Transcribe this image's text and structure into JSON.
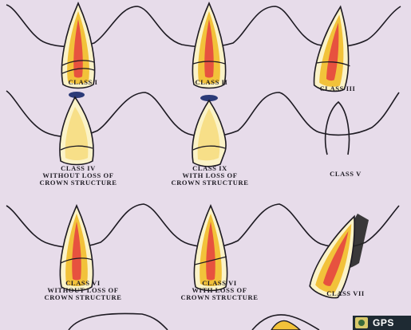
{
  "diagram": {
    "colors": {
      "background": "#e7dcea",
      "enamel": "#fbf3c8",
      "dentin": "#f2c23a",
      "pulp": "#e7523f",
      "outline": "#1d1a22",
      "bone_cap": "#2b3a78",
      "wall": "#262626"
    },
    "panels": [
      {
        "key": "class-1",
        "lines": [
          "CLASS I"
        ]
      },
      {
        "key": "class-2",
        "lines": [
          "CLASS II"
        ]
      },
      {
        "key": "class-3",
        "lines": [
          "CLASS III"
        ]
      },
      {
        "key": "class-4a",
        "lines": [
          "CLASS IV",
          "WITHOUT  LOSS OF",
          "CROWN STRUCTURE"
        ]
      },
      {
        "key": "class-4b",
        "lines": [
          "CLASS IX",
          "WITH LOSS OF",
          "CROWN STRUCTURE"
        ]
      },
      {
        "key": "class-5",
        "lines": [
          "CLASS V"
        ]
      },
      {
        "key": "class-6a",
        "lines": [
          "CLASS VI",
          "WITHOUT LOSS OF",
          "CROWN STRUCTURE"
        ]
      },
      {
        "key": "class-6b",
        "lines": [
          "CLASS VI",
          "WITH LOSS OF",
          "CROWN STRUCTURE"
        ]
      },
      {
        "key": "class-7",
        "lines": [
          "CLASS VII"
        ]
      }
    ]
  },
  "badge": {
    "text": "GPS",
    "icon": "app-icon"
  }
}
